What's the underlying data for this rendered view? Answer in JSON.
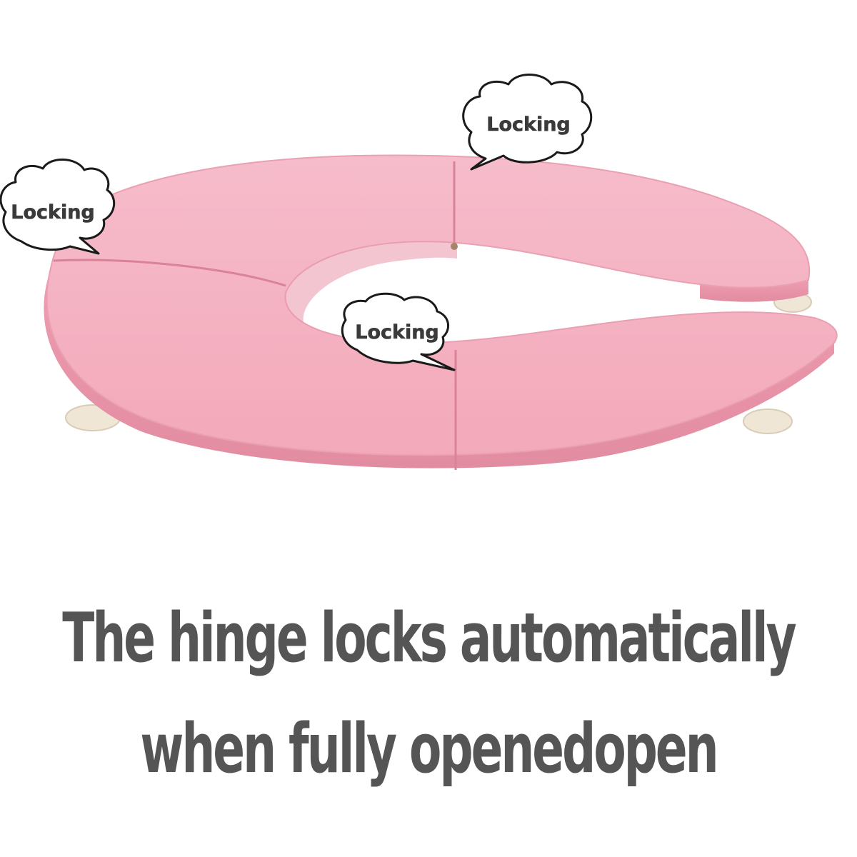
{
  "product": {
    "seat_color": "#f3a9b9",
    "seat_edge_color": "#e48fa3",
    "feet_color": "#efe6d6",
    "hinge_icons": [
      "hinge-joint",
      "hinge-joint",
      "hinge-joint"
    ]
  },
  "callouts": [
    {
      "label": "Locking"
    },
    {
      "label": "Locking"
    },
    {
      "label": "Locking"
    }
  ],
  "caption": {
    "line1": "The hinge locks automatically",
    "line2": "when fully openedopen",
    "text_color": "#555555"
  }
}
